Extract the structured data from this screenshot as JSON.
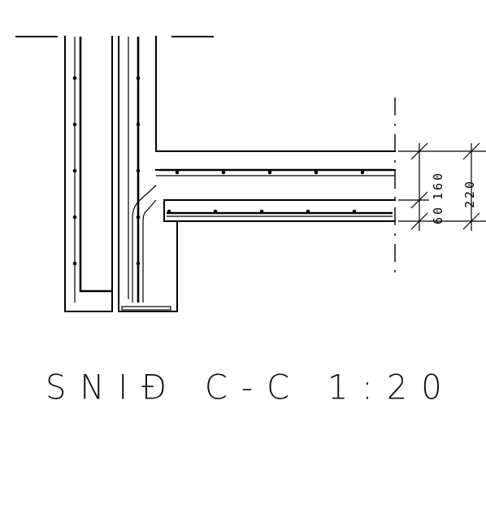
{
  "drawing": {
    "title": "SNIĐ C-C 1:20",
    "dimensions": {
      "top_offset": "60",
      "slab_thickness": "160",
      "total_height": "220"
    }
  }
}
